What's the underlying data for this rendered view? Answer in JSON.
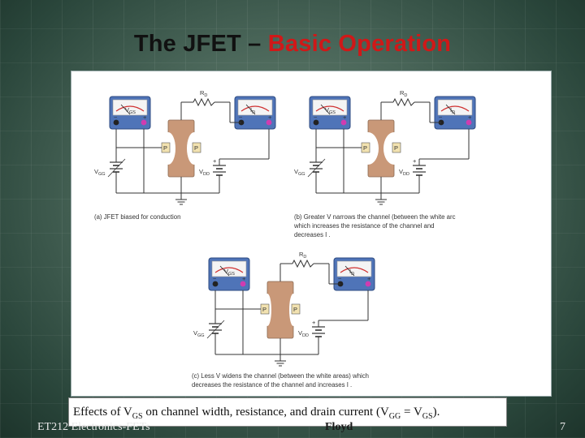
{
  "title": {
    "main": "The JFET – ",
    "accent": "Basic Operation"
  },
  "colors": {
    "accent": "#d01818",
    "meter_body": "#4f74b8",
    "channel": "#c99878"
  },
  "figure": {
    "labels": {
      "rd": "R",
      "rd_sub": "D",
      "vgs": "V",
      "vgs_sub": "GS",
      "id": "I",
      "id_sub": "D",
      "p": "P",
      "vgg": "V",
      "vgg_sub": "GG",
      "vdd": "V",
      "vdd_sub": "DD",
      "plus": "+",
      "minus": "−"
    },
    "caption_a": "(a) JFET biased for conduction",
    "caption_b": [
      "(b) Greater V   narrows the channel (between the white arc",
      "which increases the resistance of the channel and",
      "decreases I ."
    ],
    "caption_c": [
      "(c) Less V    widens the channel (between the white areas) which",
      "decreases the resistance of the channel and increases I ."
    ]
  },
  "caption": {
    "text1": "Effects of V",
    "sub1": "GS",
    "text2": " on channel width, resistance, and drain current (V",
    "sub2": "GG",
    "text3": " = V",
    "sub3": "GS",
    "text4": ")."
  },
  "footer": {
    "course": "ET212 Electronics-FETs",
    "author": "Floyd",
    "page": "7"
  }
}
